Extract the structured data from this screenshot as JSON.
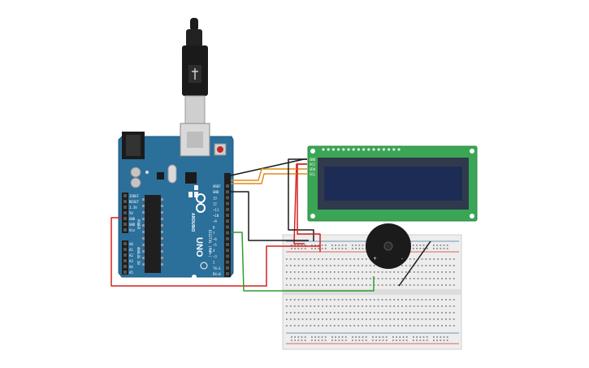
{
  "board": {
    "brand": "ARDUINO",
    "model": "UNO",
    "digital_title": "DIGITAL (PWM~)",
    "power_title": "POWER",
    "analog_title": "ANALOG IN",
    "digital_pins": [
      "AREF",
      "GND",
      "13",
      "12",
      "~11",
      "~10",
      "~9",
      "8",
      "7",
      "~6",
      "~5",
      "4",
      "~3",
      "2",
      "TX→1",
      "RX←0"
    ],
    "power_pins": [
      "IOREF",
      "RESET",
      "3.3V",
      "5V",
      "GND",
      "GND",
      "Vin"
    ],
    "analog_pins": [
      "A0",
      "A1",
      "A2",
      "A3",
      "A4",
      "A5"
    ],
    "colors": {
      "board": "#2b6f9b",
      "header": "#1f1f1f"
    }
  },
  "lcd": {
    "pins": [
      "GND",
      "VCC",
      "SDA",
      "SCL"
    ],
    "colors": {
      "pcb": "#3aa655",
      "screen": "#1c2c55",
      "bezel": "#303a4c"
    }
  },
  "breadboard": {
    "rail_red": "#d33",
    "rail_blue": "#47a"
  },
  "buzzer": {
    "plus": "+",
    "minus": "-"
  },
  "usb_cable": {
    "color": "#1c1c1c"
  },
  "wires": {
    "colors": {
      "black": "#1a1a1a",
      "red": "#d42020",
      "orange": "#e08a1b",
      "green": "#2ba02b"
    }
  }
}
